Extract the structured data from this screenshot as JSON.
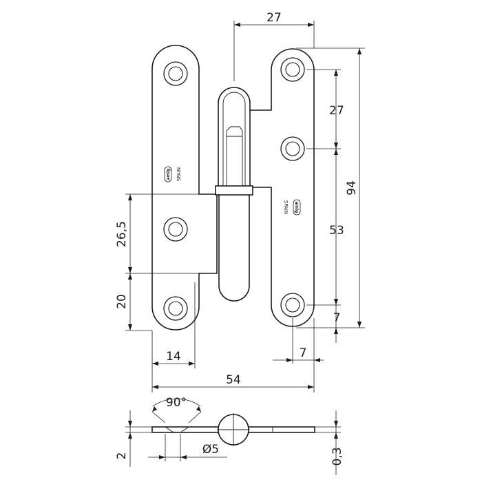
{
  "drawing": {
    "subject": "lift-off hinge",
    "brand_mark": "amig",
    "origin_stamp": "SPAIN",
    "dimensions": {
      "pin_to_right_edge": "27",
      "top_hole_spacing_right": "27",
      "total_height": "94",
      "lower_hole_spacing_right": "53",
      "bottom_hole_offset": "7",
      "knuckle_block_height": "26,5",
      "bottom_hole_to_block": "20",
      "left_leaf_width": "14",
      "right_hole_offset": "7",
      "total_width": "54",
      "countersink_angle": "90°",
      "hole_diameter": "Ø5",
      "leaf_thickness": "2",
      "clearance": "0,3"
    }
  }
}
